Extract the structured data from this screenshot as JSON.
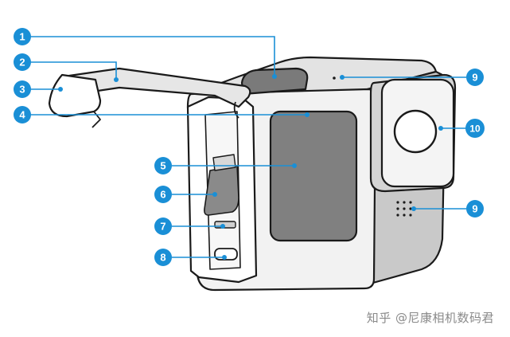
{
  "callouts": [
    {
      "number": "1",
      "target": "shutter-button"
    },
    {
      "number": "2",
      "target": "door"
    },
    {
      "number": "3",
      "target": "door-latch"
    },
    {
      "number": "4",
      "target": "status-light"
    },
    {
      "number": "5",
      "target": "front-screen"
    },
    {
      "number": "6",
      "target": "battery"
    },
    {
      "number": "7",
      "target": "microsd-slot"
    },
    {
      "number": "8",
      "target": "usb-c-port"
    },
    {
      "number": "9",
      "target": "microphone-top"
    },
    {
      "number": "10",
      "target": "lens"
    },
    {
      "number": "9",
      "target": "microphone-front"
    }
  ],
  "watermark": "知乎 @尼康相机数码君",
  "colors": {
    "accent": "#1a8fd6",
    "outline": "#1a1a1a",
    "screen": "#808080",
    "body_light": "#eeeeee",
    "body_shade": "#c9c9c9"
  }
}
